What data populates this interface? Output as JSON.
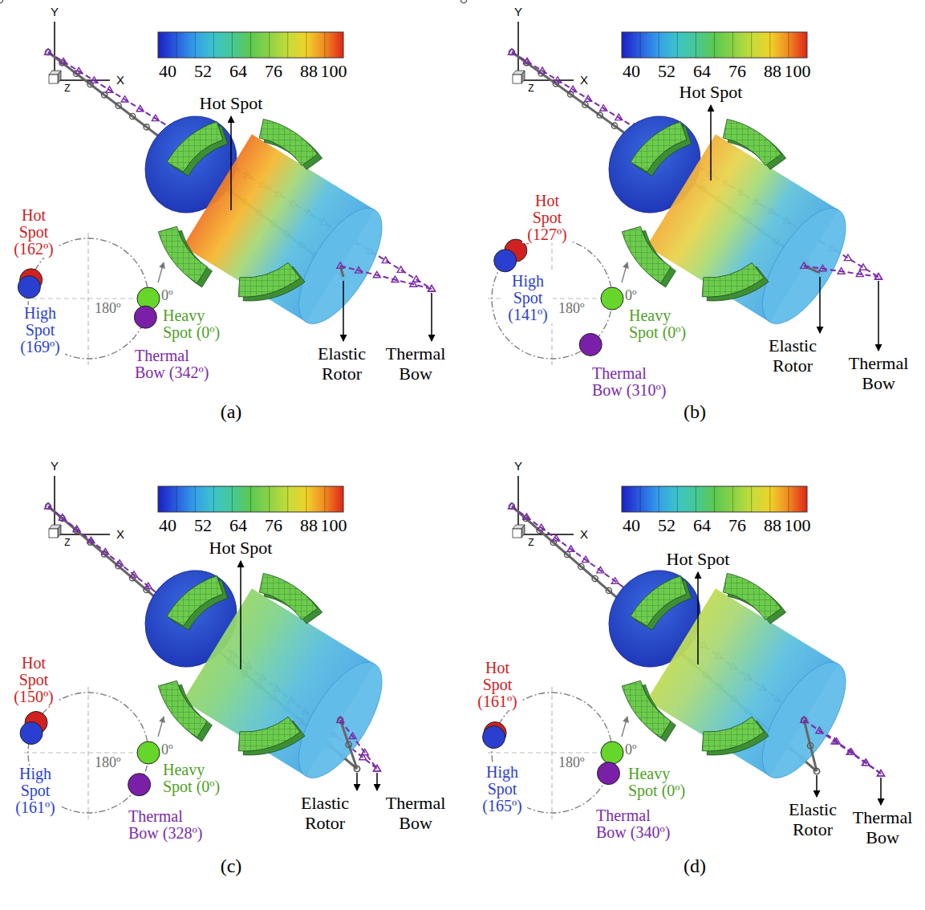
{
  "diagram": {
    "labels": [
      "Y",
      "X",
      "Z",
      "40",
      "52",
      "64",
      "76",
      "88",
      "100",
      "Hot Spot",
      "Hot Spot (162º)",
      "180º",
      "0º",
      "High Spot (169º)",
      "Heavy Spot (0º)",
      "Thermal Bow (342º)",
      "Elastic Rotor",
      "Thermal Bow",
      "(a)",
      "Y",
      "X",
      "Z",
      "40",
      "52",
      "64",
      "76",
      "88",
      "100",
      "Hot Spot",
      "Hot Spot (127º)",
      "180º",
      "0º",
      "High Spot (141º)",
      "Heavy Spot (0º)",
      "Thermal Bow (310º)",
      "Elastic Rotor",
      "Thermal Bow",
      "(b)",
      "Y",
      "X",
      "Z",
      "40",
      "52",
      "64",
      "76",
      "88",
      "100",
      "Hot Spot",
      "Hot Spot (150º)",
      "180º",
      "0º",
      "High Spot (161º)",
      "Heavy Spot (0º)",
      "Thermal Bow (328º)",
      "Elastic Rotor",
      "Thermal Bow",
      "(c)",
      "Y",
      "X",
      "Z",
      "40",
      "52",
      "64",
      "76",
      "88",
      "100",
      "Hot Spot",
      "Hot Spot (161º)",
      "180º",
      "0º",
      "High Spot (165º)",
      "Heavy Spot (0º)",
      "Thermal Bow (340º)",
      "Elastic Rotor",
      "Thermal Bow",
      "(d)"
    ]
  }
}
